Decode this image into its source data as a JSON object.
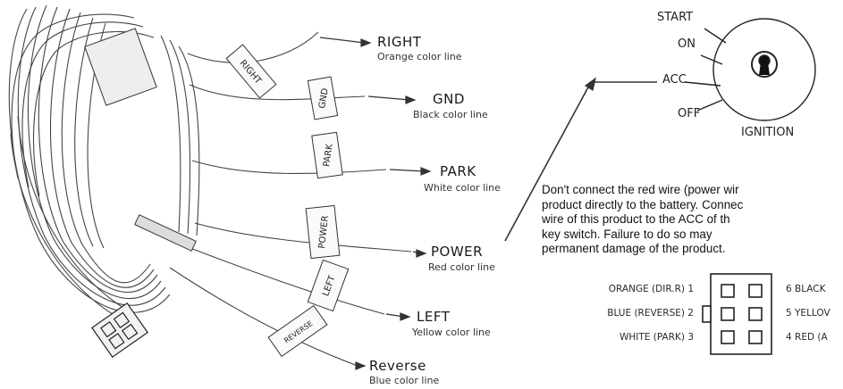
{
  "wires": [
    {
      "tag": "RIGHT",
      "name": "RIGHT",
      "color_line": "Orange color line"
    },
    {
      "tag": "GND",
      "name": "GND",
      "color_line": "Black color line"
    },
    {
      "tag": "PARK",
      "name": "PARK",
      "color_line": "White color line"
    },
    {
      "tag": "POWER",
      "name": "POWER",
      "color_line": "Red color line"
    },
    {
      "tag": "LEFT",
      "name": "LEFT",
      "color_line": "Yellow color line"
    },
    {
      "tag": "REVERSE",
      "name": "Reverse",
      "color_line": "Blue color line"
    }
  ],
  "ignition": {
    "positions": [
      "START",
      "ON",
      "ACC",
      "OFF"
    ],
    "label": "IGNITION"
  },
  "warning": {
    "lines": [
      "Don't connect the red wire (power wir",
      "product directly to the battery. Connec",
      "wire of this product to the ACC of th",
      "key switch. Failure to do so may",
      "permanent damage of the product."
    ]
  },
  "connector": {
    "left_pins": [
      "ORANGE (DIR.R) 1",
      "BLUE (REVERSE) 2",
      "WHITE (PARK) 3"
    ],
    "right_pins": [
      "6 BLACK",
      "5 YELLOV",
      "4 RED (A"
    ]
  }
}
